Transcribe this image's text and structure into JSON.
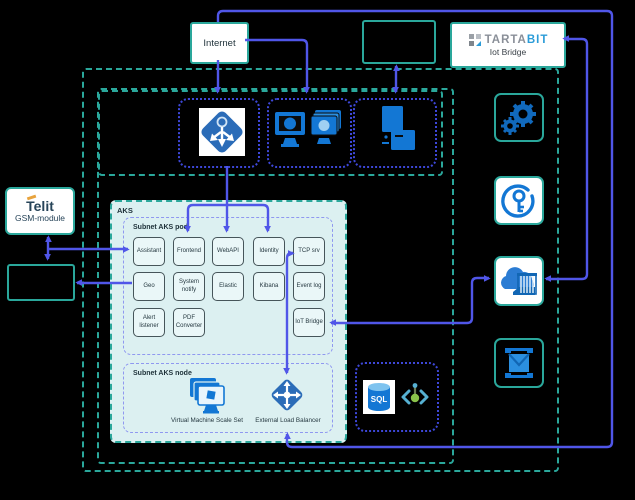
{
  "diagram": {
    "internet_label": "Internet",
    "tartabit": {
      "brand_gray": "TARTA",
      "brand_blue": "BIT",
      "subtitle": "Iot Bridge"
    },
    "telit": {
      "brand": "Telit",
      "subtitle": "GSM-module"
    },
    "aks": {
      "label": "AKS",
      "pod_label": "Subnet AKS pod",
      "node_label": "Subnet AKS node",
      "cells": [
        "Assistant",
        "Frontend",
        "WebAPI",
        "Identity",
        "TCP srv",
        "Geo",
        "System notify",
        "Elastic",
        "Kibana",
        "Event log",
        "Alert listener",
        "PDF Converter",
        "IoT Bridge"
      ],
      "vmss_label": "Virtual Machine Scale Set",
      "elb_label": "External Load Balancer"
    },
    "sql_label": "SQL",
    "icons": {
      "gateway": "application-gateway-icon",
      "vm": "virtual-machines-icon",
      "server": "server-icon",
      "gears": "automation-gears-icon",
      "keyvault": "key-vault-icon",
      "registry": "container-registry-icon",
      "mail": "mail-service-icon",
      "sql": "sql-database-icon",
      "iothub": "iot-hub-icon"
    },
    "colors": {
      "teal": "#2aa79b",
      "arrow": "#5056e8",
      "subnet_blue": "#3d47d8",
      "aks_fill": "#dcf0f1",
      "icon_blue": "#1377d4"
    }
  }
}
